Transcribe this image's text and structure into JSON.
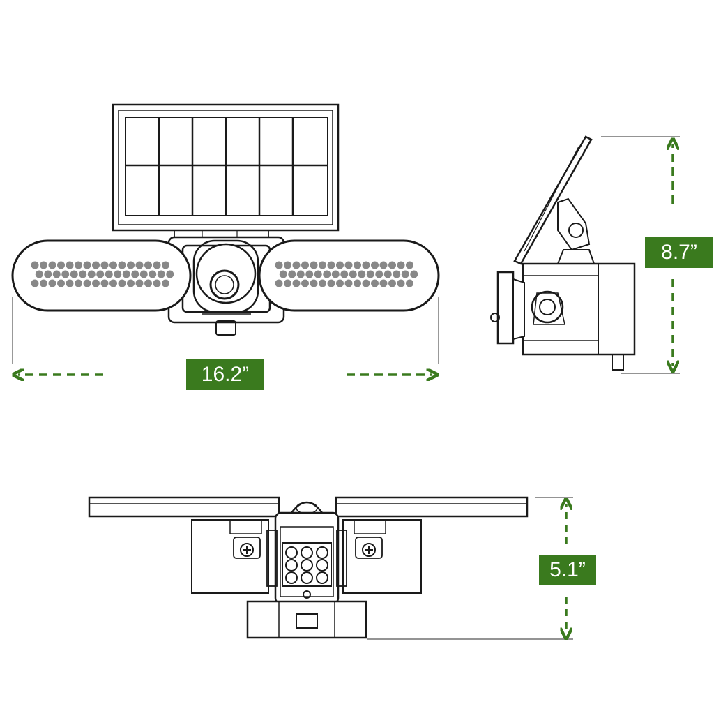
{
  "dimensions": {
    "width": {
      "label": "16.2”"
    },
    "height": {
      "label": "8.7”"
    },
    "depth": {
      "label": "5.1”"
    }
  },
  "colors": {
    "accent": "#3a7a1e",
    "line": "#1a1a1a",
    "led": "#888888",
    "extension_line": "#555555"
  }
}
